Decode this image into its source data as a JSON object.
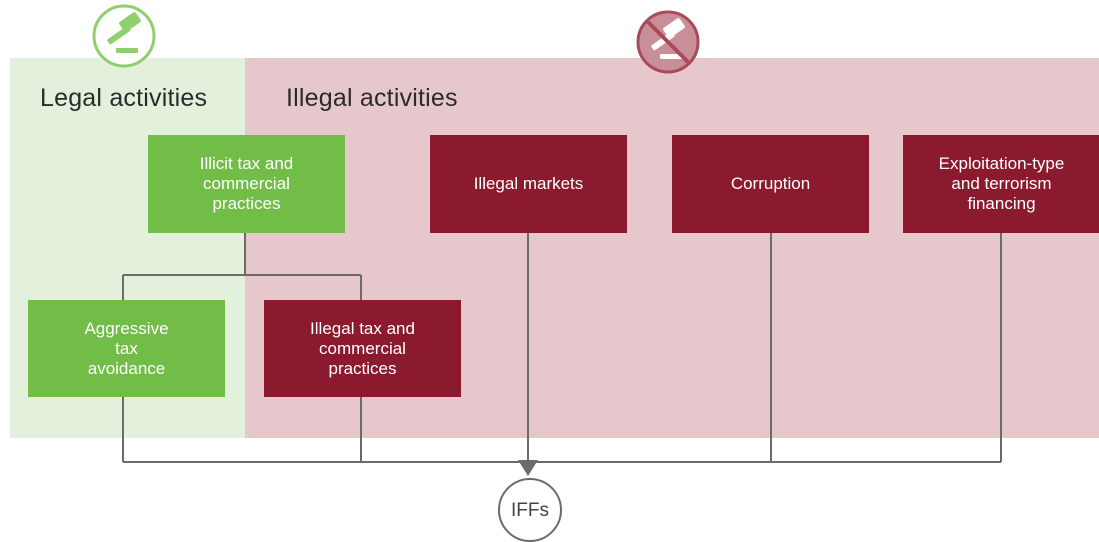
{
  "zones": {
    "legal": {
      "label": "Legal activities"
    },
    "illegal": {
      "label": "Illegal activities"
    }
  },
  "boxes": {
    "illicit": "Illicit tax and\ncommercial\npractices",
    "illegal_markets": "Illegal markets",
    "corruption": "Corruption",
    "exploitation": "Exploitation-type\nand terrorism\nfinancing",
    "aggressive": "Aggressive\ntax\navoidance",
    "illegal_tax": "Illegal tax and\ncommercial\npractices"
  },
  "target": {
    "label": "IFFs"
  },
  "icons": {
    "legal": "gavel-icon",
    "illegal": "prohibited-gavel-icon"
  },
  "colors": {
    "legal_green": "#72bd47",
    "illegal_red": "#8c1a2f",
    "legal_zone_bg": "#e3f0dc",
    "illegal_zone_bg": "#e6c7cb",
    "connector": "#6b6b6b"
  }
}
